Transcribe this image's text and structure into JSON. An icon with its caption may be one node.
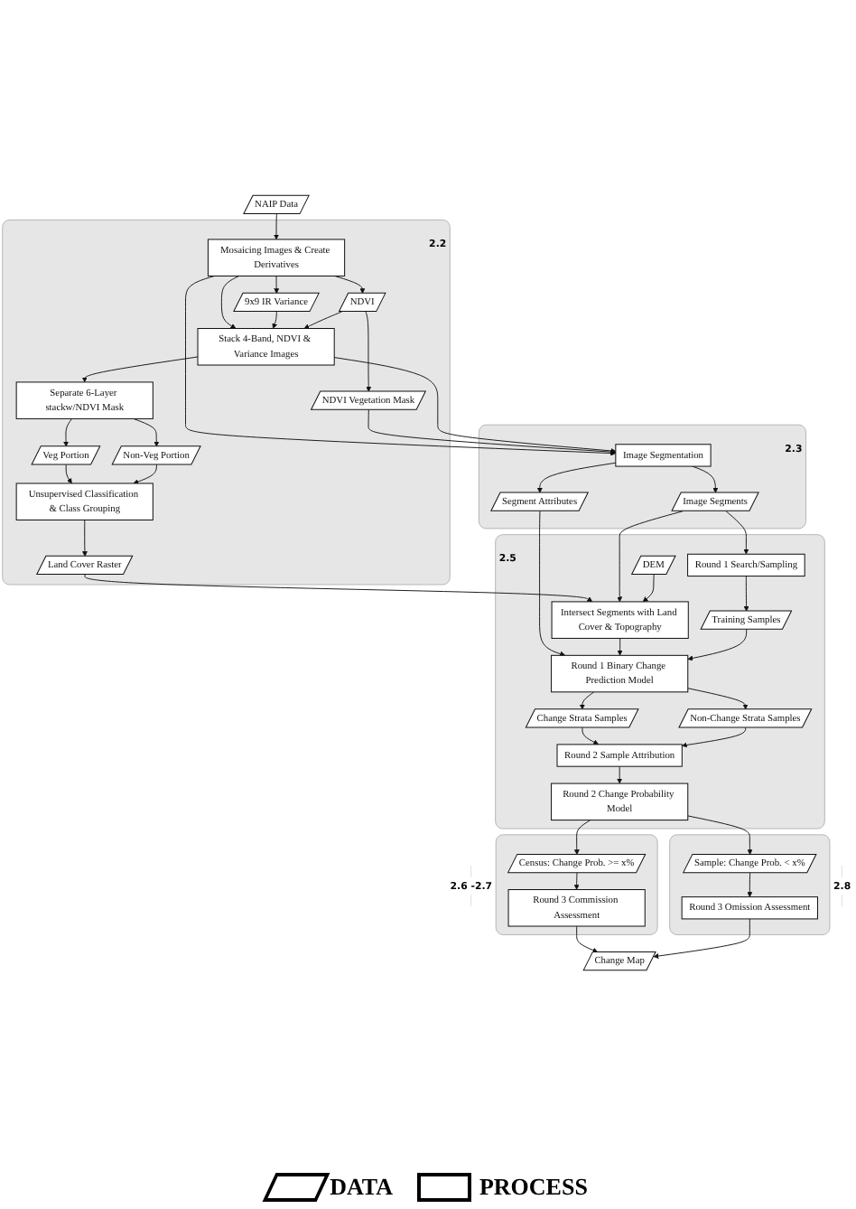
{
  "diagram": {
    "nodes": [
      {
        "text": [
          "NAIP Data"
        ]
      },
      {
        "text": [
          "2.2"
        ]
      },
      {
        "text": [
          "Mosaicing Images & Create Derivatives"
        ],
        "in": 1
      },
      {
        "text": [
          "9x9 IR Variance"
        ],
        "in": 1
      },
      {
        "text": [
          "NDVI"
        ],
        "in": 1
      },
      {
        "text": [
          "NDVI Vegetation Mask"
        ],
        "in": 1
      },
      {
        "text": [
          "Stack 4-Band, NDVI & Variance Images"
        ],
        "in": 1
      },
      {
        "text": [
          "Separate 6-Layer stackw/NDVI Mask"
        ],
        "in": 1
      },
      {
        "text": [
          "Veg Portion"
        ],
        "in": 1
      },
      {
        "text": [
          "Non-Veg Portion"
        ],
        "in": 1
      },
      {
        "text": [
          "Unsupervised Classification & Class Grouping"
        ],
        "in": 1
      },
      {
        "text": [
          "Land Cover Raster"
        ],
        "in": 1
      },
      {
        "text": [
          "2.3"
        ]
      },
      {
        "text": [
          "Image Segmentation"
        ],
        "in": 12
      },
      {
        "text": [
          "Segment Attributes"
        ],
        "in": 12
      },
      {
        "text": [
          "Image Segments"
        ],
        "in": 12
      },
      {
        "text": [
          "2.5"
        ]
      },
      {
        "text": [
          "DEM"
        ],
        "in": 16
      },
      {
        "text": [
          "Round 1 Search/Sampling"
        ],
        "in": 16
      },
      {
        "text": [
          "Intersect Segments with Land Cover & Topography"
        ],
        "in": 16
      },
      {
        "text": [
          "Training Samples"
        ],
        "in": 16
      },
      {
        "text": [
          "Round 1 Binary Change Prediction Model"
        ],
        "in": 16
      },
      {
        "text": [
          "Change Strata Samples"
        ],
        "in": 16
      },
      {
        "text": [
          "Non-Change Strata Samples"
        ],
        "in": 16
      },
      {
        "text": [
          "Round 2 Sample Attribution"
        ],
        "in": 16
      },
      {
        "text": [
          "Round 2 Change Probability Model"
        ],
        "in": 16
      },
      {
        "text": [
          "2.6 -2.7"
        ]
      },
      {
        "text": [
          "Census: Change Prob. >= x%"
        ],
        "in": 26
      },
      {
        "text": [
          "Round 3 Commission Assessment"
        ],
        "in": 26
      },
      {
        "text": [
          "2.8"
        ]
      },
      {
        "text": [
          "Sample: Change Prob. < x%"
        ],
        "in": 29
      },
      {
        "text": [
          "Round 3 Omission Assessment"
        ],
        "in": 29
      },
      {
        "text": [
          "Change Map"
        ]
      }
    ],
    "edges": [
      {
        "from": 0,
        "to": 2,
        "arrow": "to"
      },
      {
        "from": 2,
        "to": 3,
        "arrow": "to"
      },
      {
        "from": 2,
        "to": 4,
        "arrow": "to"
      },
      {
        "from": 2,
        "to": 6,
        "arrow": "to"
      },
      {
        "from": 4,
        "to": 5,
        "arrow": "to"
      },
      {
        "from": 3,
        "to": 6,
        "arrow": "to"
      },
      {
        "from": 4,
        "to": 6,
        "arrow": "to"
      },
      {
        "from": 2,
        "to": 13,
        "arrow": "to"
      },
      {
        "from": 5,
        "to": 13,
        "arrow": "to"
      },
      {
        "from": 6,
        "to": 13,
        "arrow": "to"
      },
      {
        "from": 6,
        "to": 7,
        "arrow": "to"
      },
      {
        "from": 7,
        "to": 8,
        "arrow": "to"
      },
      {
        "from": 7,
        "to": 9,
        "arrow": "to"
      },
      {
        "from": 8,
        "to": 10,
        "arrow": "to"
      },
      {
        "from": 9,
        "to": 10,
        "arrow": "to"
      },
      {
        "from": 10,
        "to": 11,
        "arrow": "to"
      },
      {
        "from": 11,
        "to": 19,
        "arrow": "to"
      },
      {
        "from": 13,
        "to": 14,
        "arrow": "to"
      },
      {
        "from": 13,
        "to": 15,
        "arrow": "to"
      },
      {
        "from": 15,
        "to": 18,
        "arrow": "to"
      },
      {
        "from": 15,
        "to": 19,
        "arrow": "to"
      },
      {
        "from": 17,
        "to": 19,
        "arrow": "to"
      },
      {
        "from": 18,
        "to": 20,
        "arrow": "to"
      },
      {
        "from": 14,
        "to": 21,
        "arrow": "to"
      },
      {
        "from": 19,
        "to": 21,
        "arrow": "to"
      },
      {
        "from": 20,
        "to": 21,
        "arrow": "to"
      },
      {
        "from": 21,
        "to": 22,
        "arrow": "to"
      },
      {
        "from": 21,
        "to": 23,
        "arrow": "to"
      },
      {
        "from": 22,
        "to": 24,
        "arrow": "to"
      },
      {
        "from": 23,
        "to": 24,
        "arrow": "to"
      },
      {
        "from": 24,
        "to": 25,
        "arrow": "to"
      },
      {
        "from": 25,
        "to": 27,
        "arrow": "to"
      },
      {
        "from": 25,
        "to": 30,
        "arrow": "to"
      },
      {
        "from": 27,
        "to": 28,
        "arrow": "to"
      },
      {
        "from": 30,
        "to": 31,
        "arrow": "to"
      },
      {
        "from": 28,
        "to": 32,
        "arrow": "to"
      },
      {
        "from": 31,
        "to": 32,
        "arrow": "to"
      }
    ],
    "legend": [
      {
        "text": "DATA"
      },
      {
        "text": "PROCESS"
      }
    ]
  }
}
